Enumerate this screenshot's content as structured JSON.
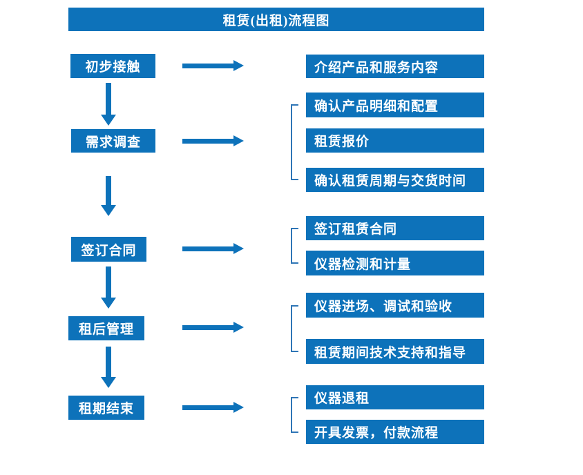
{
  "title": "租赁(出租)流程图",
  "stages": [
    {
      "label": "初步接触",
      "details": [
        "介绍产品和服务内容"
      ]
    },
    {
      "label": "需求调查",
      "details": [
        "确认产品明细和配置",
        "租赁报价",
        "确认租赁周期与交货时间"
      ]
    },
    {
      "label": "签订合同",
      "details": [
        "签订租赁合同",
        "仪器检测和计量"
      ]
    },
    {
      "label": "租后管理",
      "details": [
        "仪器进场、调试和验收",
        "租赁期间技术支持和指导"
      ]
    },
    {
      "label": "租期结束",
      "details": [
        "仪器退租",
        "开具发票，付款流程"
      ]
    }
  ],
  "colors": {
    "box_blue": "#0d72ba",
    "bracket_blue": "#2e75b6",
    "text_white": "#ffffff",
    "background": "#ffffff"
  }
}
